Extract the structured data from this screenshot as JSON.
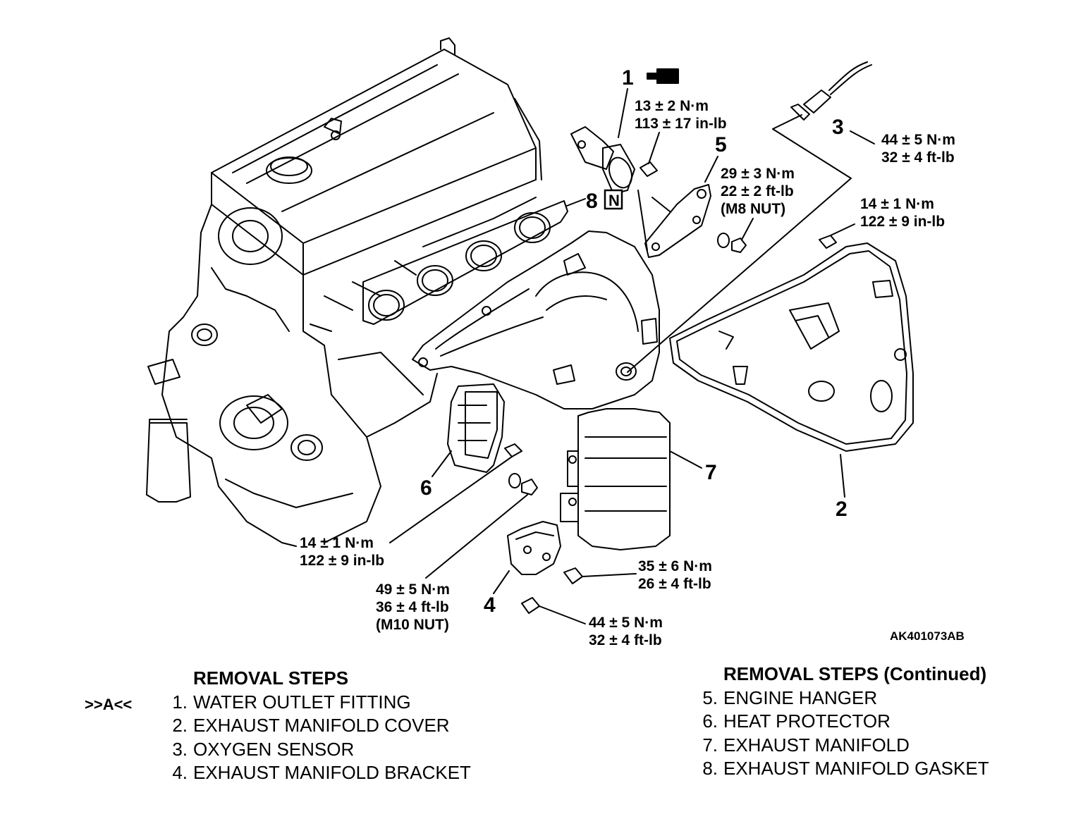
{
  "callouts": {
    "c1": "1",
    "c2": "2",
    "c3": "3",
    "c4": "4",
    "c5": "5",
    "c6": "6",
    "c7": "7",
    "c8": "8",
    "n_mark": "N"
  },
  "torque": {
    "t1a": "13 ± 2 N·m",
    "t1b": "113 ± 17 in-lb",
    "t3a": "44 ± 5 N·m",
    "t3b": "32 ± 4 ft-lb",
    "t5a": "29 ± 3 N·m",
    "t5b": "22 ± 2 ft-lb",
    "t5c": "(M8 NUT)",
    "t2a": "14 ± 1 N·m",
    "t2b": "122 ± 9 in-lb",
    "t6a": "14 ± 1 N·m",
    "t6b": "122 ± 9 in-lb",
    "t4a": "49 ± 5 N·m",
    "t4b": "36 ± 4 ft-lb",
    "t4c": "(M10 NUT)",
    "t7a": "35 ± 6 N·m",
    "t7b": "26 ± 4 ft-lb",
    "t8a": "44 ± 5 N·m",
    "t8b": "32 ± 4 ft-lb"
  },
  "figure_code": "AK401073AB",
  "steps_left": {
    "heading": "REMOVAL STEPS",
    "ref_mark": ">>A<<",
    "items": [
      {
        "num": "1.",
        "label": "WATER OUTLET FITTING"
      },
      {
        "num": "2.",
        "label": "EXHAUST MANIFOLD COVER"
      },
      {
        "num": "3.",
        "label": "OXYGEN SENSOR"
      },
      {
        "num": "4.",
        "label": "EXHAUST MANIFOLD BRACKET"
      }
    ]
  },
  "steps_right": {
    "heading": "REMOVAL STEPS (Continued)",
    "items": [
      {
        "num": "5.",
        "label": "ENGINE HANGER"
      },
      {
        "num": "6.",
        "label": "HEAT PROTECTOR"
      },
      {
        "num": "7.",
        "label": "EXHAUST MANIFOLD"
      },
      {
        "num": "8.",
        "label": "EXHAUST MANIFOLD GASKET"
      }
    ]
  }
}
